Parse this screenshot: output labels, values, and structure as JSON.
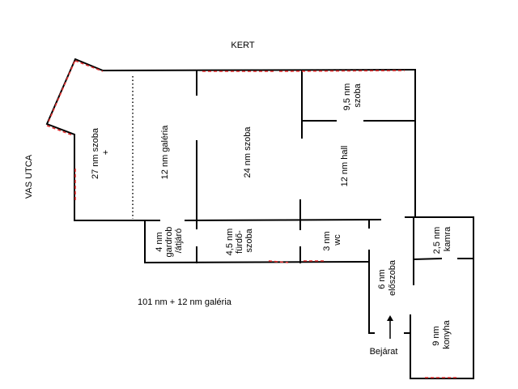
{
  "labels": {
    "garden": "KERT",
    "street": "VAS UTCA",
    "total_area": "101 nm + 12 nm galéria",
    "entrance": "Bejárat"
  },
  "rooms": {
    "room27": [
      "27 nm szoba",
      "+"
    ],
    "gallery": [
      "12 nm galéria"
    ],
    "room24": [
      "24 nm szoba"
    ],
    "room95": [
      "9,5 nm",
      "szoba"
    ],
    "hall": [
      "12 nm hall"
    ],
    "wardrobe": [
      "4 nm",
      "gardrob",
      "/átjáró"
    ],
    "bathroom": [
      "4,5 nm",
      "fürdő-",
      "szoba"
    ],
    "wc": [
      "3 nm",
      "wc"
    ],
    "anteroom": [
      "6 nm",
      "előszoba"
    ],
    "pantry": [
      "2,5 nm",
      "kamra"
    ],
    "kitchen": [
      "9 nm",
      "konyha"
    ]
  },
  "colors": {
    "wall": "#000000",
    "marking": "#e03030"
  }
}
